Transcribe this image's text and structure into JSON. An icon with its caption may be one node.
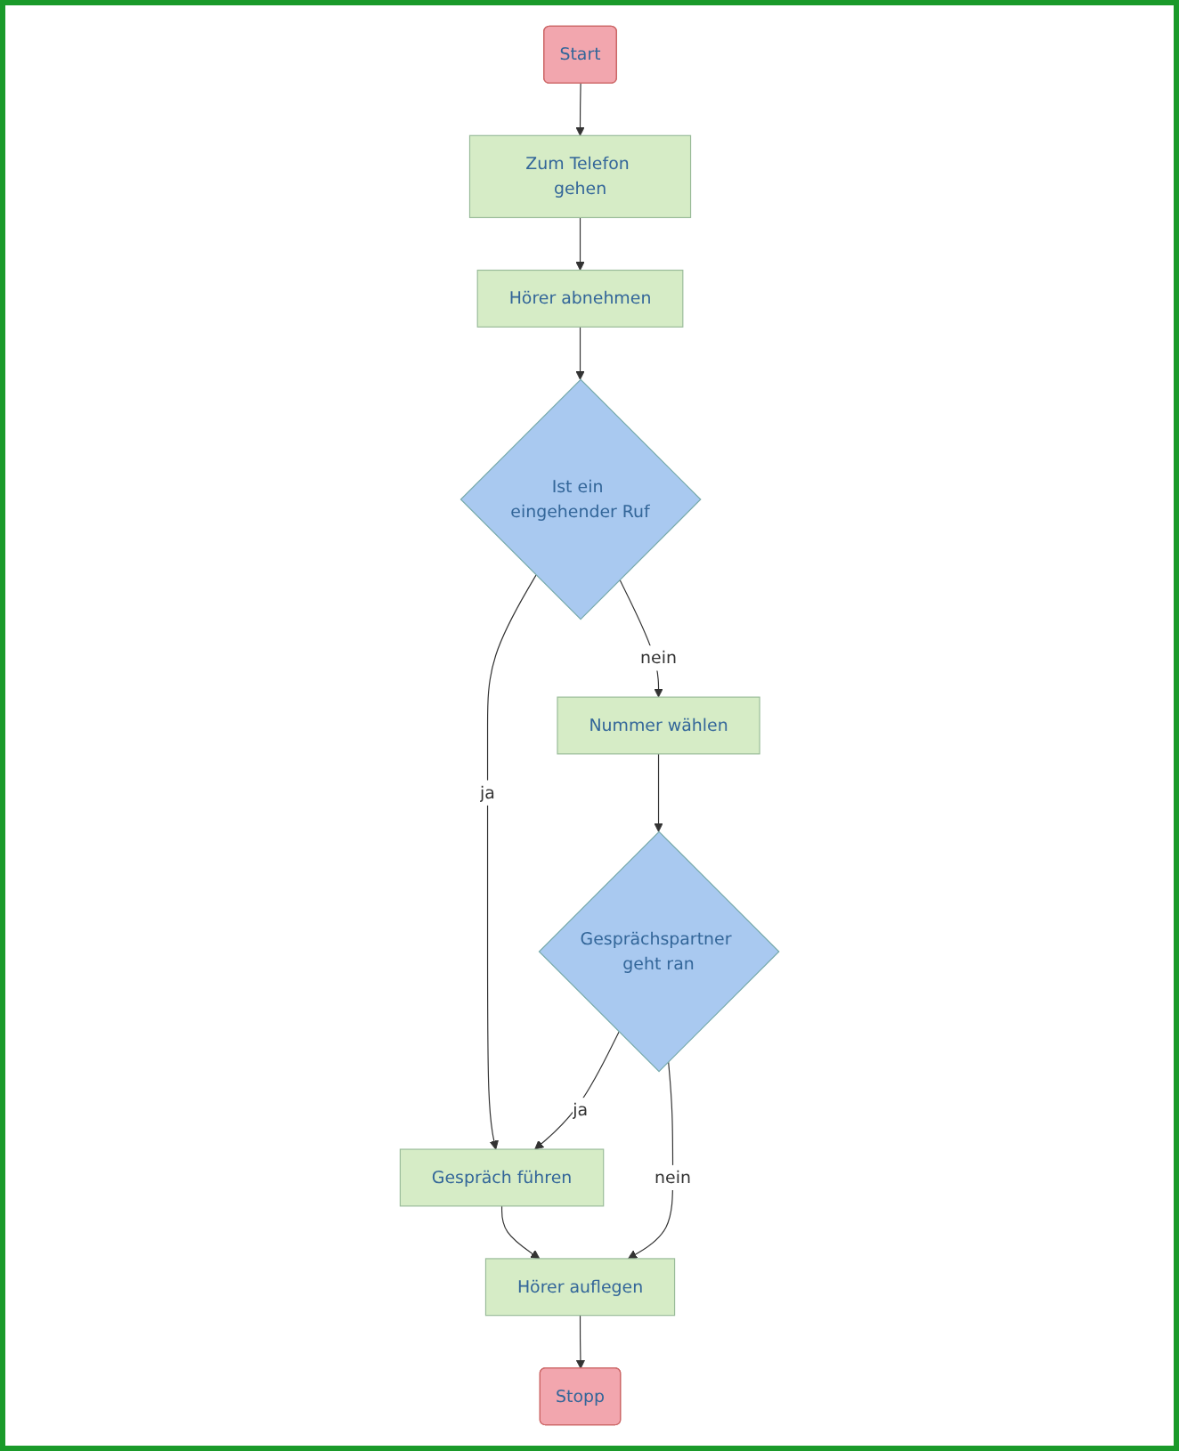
{
  "diagram": {
    "nodes": [
      {
        "text": [
          "Start"
        ]
      },
      {
        "text": [
          "Zum Telefon gehen"
        ]
      },
      {
        "text": [
          "Hörer abnehmen"
        ]
      },
      {
        "text": [
          "Ist ein eingehender Ruf"
        ]
      },
      {
        "text": [
          "Nummer wählen"
        ]
      },
      {
        "text": [
          "Gesprächspartner geht ran"
        ]
      },
      {
        "text": [
          "Gespräch führen"
        ]
      },
      {
        "text": [
          "Hörer auflegen"
        ]
      },
      {
        "text": [
          "Stopp"
        ]
      }
    ],
    "edges": [
      {
        "from": 0,
        "to": 1,
        "arrow": "to"
      },
      {
        "from": 1,
        "to": 2,
        "arrow": "to"
      },
      {
        "from": 2,
        "to": 3,
        "arrow": "to"
      },
      {
        "from": 3,
        "to": 6,
        "arrow": "to",
        "label": "ja"
      },
      {
        "from": 3,
        "to": 4,
        "arrow": "to",
        "label": "nein"
      },
      {
        "from": 4,
        "to": 5,
        "arrow": "to"
      },
      {
        "from": 5,
        "to": 6,
        "arrow": "to",
        "label": "ja"
      },
      {
        "from": 5,
        "to": 7,
        "arrow": "to",
        "label": "nein"
      },
      {
        "from": 6,
        "to": 7,
        "arrow": "to"
      },
      {
        "from": 7,
        "to": 8,
        "arrow": "to"
      }
    ]
  }
}
